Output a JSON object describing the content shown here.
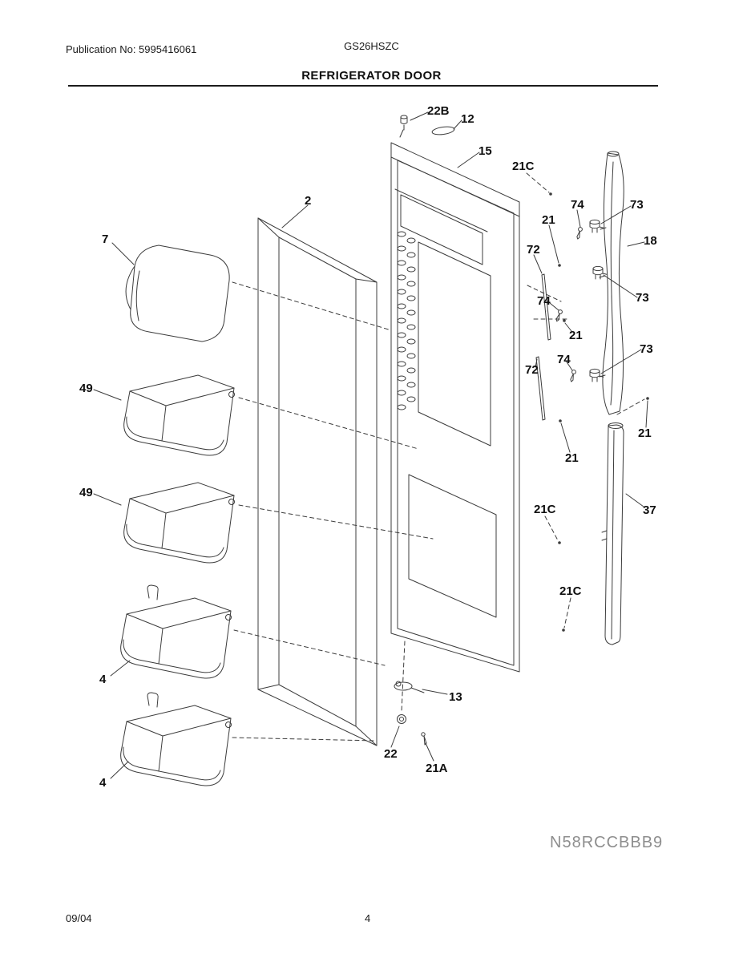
{
  "page": {
    "publication_no": "Publication No: 5995416061",
    "model": "GS26HSZC",
    "title": "REFRIGERATOR DOOR",
    "watermark": "N58RCCBBB9",
    "footer_date": "09/04",
    "footer_page": "4"
  },
  "diagram": {
    "description": "Exploded parts view of side-by-side refrigerator fresh-food door with gasket, dairy cover, door bins, handles and fasteners",
    "callouts": [
      {
        "label": "22B"
      },
      {
        "label": "12"
      },
      {
        "label": "15"
      },
      {
        "label": "21C"
      },
      {
        "label": "2"
      },
      {
        "label": "74"
      },
      {
        "label": "73"
      },
      {
        "label": "21"
      },
      {
        "label": "18"
      },
      {
        "label": "72"
      },
      {
        "label": "7"
      },
      {
        "label": "73"
      },
      {
        "label": "74"
      },
      {
        "label": "21"
      },
      {
        "label": "73"
      },
      {
        "label": "74"
      },
      {
        "label": "72"
      },
      {
        "label": "49"
      },
      {
        "label": "21"
      },
      {
        "label": "21"
      },
      {
        "label": "49"
      },
      {
        "label": "21C"
      },
      {
        "label": "37"
      },
      {
        "label": "21C"
      },
      {
        "label": "4"
      },
      {
        "label": "13"
      },
      {
        "label": "22"
      },
      {
        "label": "21A"
      },
      {
        "label": "4"
      }
    ]
  },
  "colors": {
    "line": "#3c3c3c",
    "text": "#1a1a1a",
    "watermark": "#8e8e8e",
    "background": "#ffffff"
  }
}
